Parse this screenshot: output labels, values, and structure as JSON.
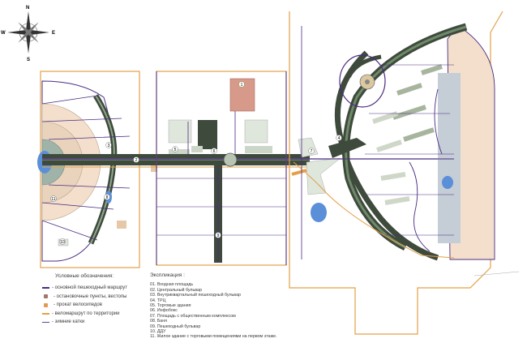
{
  "compass": {
    "north": "N",
    "south": "S",
    "east": "E",
    "west": "W"
  },
  "legend": {
    "title": "Условные обозначения:",
    "items": [
      {
        "label": "- основной пешеходный маршрут",
        "color": "#4a2c82",
        "kind": "line"
      },
      {
        "label": "- остановочные пункты, вестопы",
        "color": "#a0786a",
        "kind": "dot"
      },
      {
        "label": "- прокат велосипедов",
        "color": "#e39a50",
        "kind": "dot"
      },
      {
        "label": "- веломаршрут по территории",
        "color": "#e3a048",
        "kind": "line"
      },
      {
        "label": "- зимние катки",
        "color": "#4b4f98",
        "kind": "thin"
      }
    ]
  },
  "explication": {
    "title": "Экспликация :",
    "items": [
      "01. Входная площадь",
      "02. Центральный бульвар",
      "03. Внутриквартальный пешеходный бульвар",
      "04. ТРЦ",
      "05. Торговые здания",
      "06. Инфобокс",
      "07. Площадь с общественным комплексом",
      "08. Баня",
      "09. Пешеходный бульвар",
      "10. ДДУ",
      "11. Жилое здание с торговыми помещениями на первом этаже."
    ]
  },
  "markers": [
    "1",
    "2",
    "3",
    "4",
    "5",
    "6",
    "7",
    "8",
    "9",
    "10",
    "11"
  ],
  "colors": {
    "main_route": "#4a2c82",
    "bike_route": "#e3a048",
    "green_strip": "#3e4a3c",
    "building": "#dfe6dc",
    "sand": "#f3dfcc",
    "water": "#5b8fd8"
  }
}
